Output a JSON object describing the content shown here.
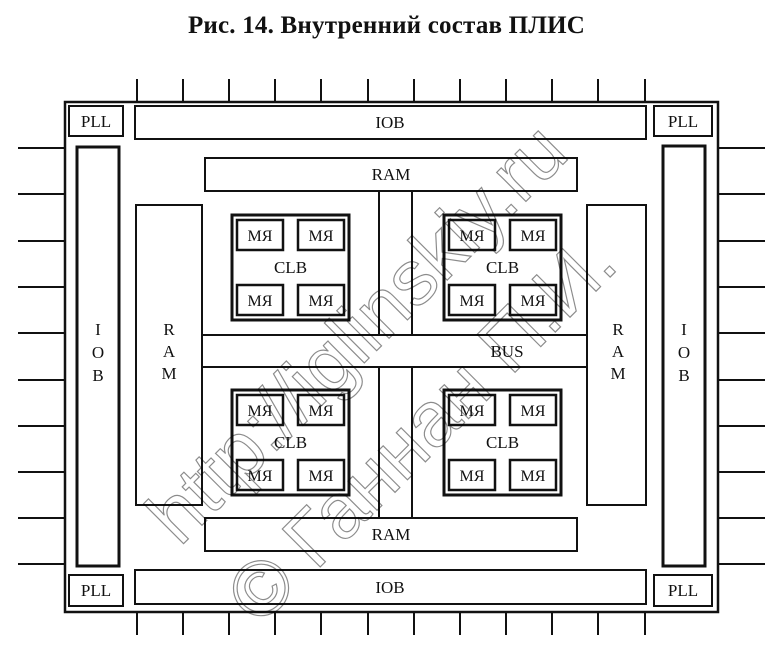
{
  "title": "Рис. 14. Внутренний состав ПЛИС",
  "labels": {
    "pll": "PLL",
    "iob": "IOB",
    "ram": "RAM",
    "bus": "BUS",
    "clb": "CLB",
    "cell": "МЯ"
  },
  "watermark": {
    "line1": "http://iglinskiy.ru",
    "line2": "© Ганнан П.И."
  }
}
